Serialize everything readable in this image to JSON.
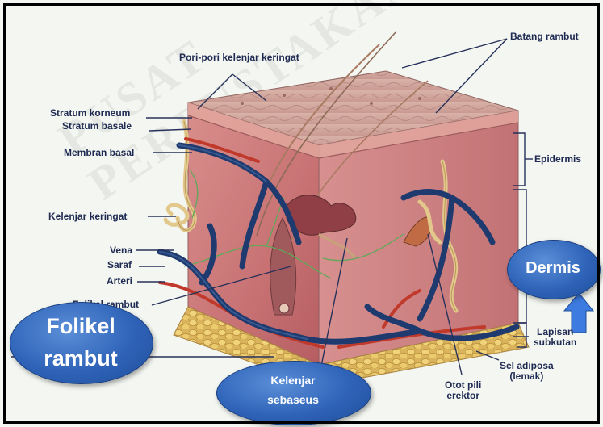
{
  "watermark": {
    "text": "PUSAT PERPUSTAKAAN"
  },
  "labels": {
    "pori_pori": "Pori-pori kelenjar keringat",
    "batang_rambut": "Batang rambut",
    "stratum_korneum": "Stratum korneum",
    "stratum_basale": "Stratum basale",
    "membran_basal": "Membran basal",
    "epidermis": "Epidermis",
    "kelenjar_keringat": "Kelenjar keringat",
    "vena": "Vena",
    "saraf": "Saraf",
    "arteri": "Arteri",
    "folikel_behind": "Folikel rambut",
    "lapisan_1": "Lapisan",
    "lapisan_2": "subkutan",
    "sel_adiposa_1": "Sel adiposa",
    "sel_adiposa_2": "(lemak)",
    "otot_1": "Otot pili",
    "otot_2": "erektor"
  },
  "callouts": {
    "dermis": "Dermis",
    "folikel_1": "Folikel",
    "folikel_2": "rambut",
    "kelenjar_1": "Kelenjar",
    "kelenjar_2": "sebaseus"
  },
  "colors": {
    "callout_blue": "#2f63b8",
    "arrow_blue": "#3d7be0",
    "vein": "#1e3a6e",
    "artery": "#c0392b",
    "skin": "#c9787a",
    "fat": "#e6c46a"
  }
}
